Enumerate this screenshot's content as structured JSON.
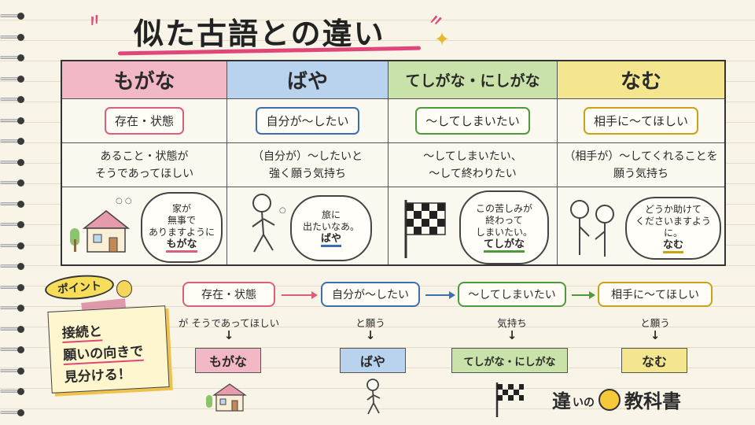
{
  "title": "似た古語との違い",
  "columns": [
    {
      "head": "もがな",
      "tag": "存在・状態",
      "desc": [
        "あること・状態が",
        "そうであってほしい"
      ],
      "bubble": [
        "家が",
        "無事で",
        "ありますように"
      ],
      "bubble_em": "もがな",
      "head_color": "#f2b8c6",
      "accent": "#d95f7c",
      "illus_icon": "house-icon"
    },
    {
      "head": "ばや",
      "tag": "自分が～したい",
      "desc": [
        "（自分が）～したいと",
        "強く願う気持ち"
      ],
      "bubble": [
        "旅に",
        "出たいなあ。"
      ],
      "bubble_em": "ばや",
      "head_color": "#b9d3ef",
      "accent": "#3d6fb0",
      "illus_icon": "walking-person-icon"
    },
    {
      "head": "てしがな・にしがな",
      "tag": "～してしまいたい",
      "desc": [
        "～してしまいたい、",
        "～して終わりたい"
      ],
      "bubble": [
        "この苦しみが",
        "終わって",
        "しまいたい。"
      ],
      "bubble_em": "てしがな",
      "head_color": "#c9e2a9",
      "accent": "#4c9a3c",
      "illus_icon": "checkered-flag-icon"
    },
    {
      "head": "なむ",
      "tag": "相手に～てほしい",
      "desc": [
        "（相手が）～してくれることを",
        "願う気持ち"
      ],
      "bubble": [
        "どうか助けて",
        "くださいますように。"
      ],
      "bubble_em": "なむ",
      "head_color": "#f4e58f",
      "accent": "#c9a21a",
      "illus_icon": "two-people-icon"
    }
  ],
  "point": {
    "label": "ポイント",
    "note_lines": [
      "接続と",
      "願いの向きで",
      "見分ける！"
    ]
  },
  "flow": [
    {
      "box": "存在・状態",
      "sub": "が そうであってほしい",
      "down": "↓",
      "result": "もがな",
      "color": "#d95f7c",
      "result_bg": "#f2b8c6"
    },
    {
      "box": "自分が～したい",
      "sub": "と願う",
      "down": "↓",
      "result": "ばや",
      "color": "#3d6fb0",
      "result_bg": "#b9d3ef"
    },
    {
      "box": "～してしまいたい",
      "sub": "気持ち",
      "down": "↓",
      "result": "てしがな・にしがな",
      "color": "#4c9a3c",
      "result_bg": "#c9e2a9"
    },
    {
      "box": "相手に～てほしい",
      "sub": "と願う",
      "down": "↓",
      "result": "なむ",
      "color": "#c9a21a",
      "result_bg": "#f4e58f"
    }
  ],
  "logo": {
    "part1": "違",
    "part2": "いの",
    "part3": "教科書"
  }
}
